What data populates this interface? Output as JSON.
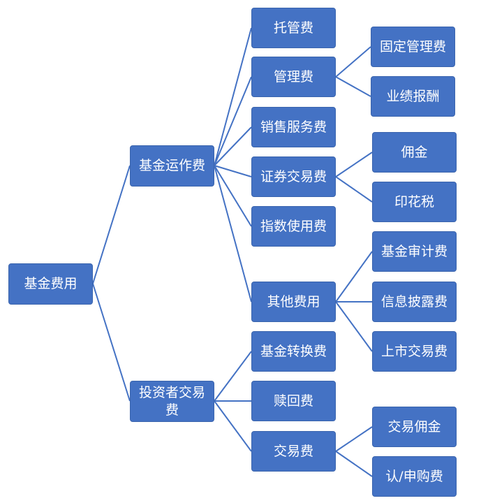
{
  "root": {
    "label": "基金费用"
  },
  "branches": [
    {
      "label": "基金运作费",
      "children": [
        {
          "label": "托管费"
        },
        {
          "label": "管理费",
          "children": [
            {
              "label": "固定管理费"
            },
            {
              "label": "业绩报酬"
            }
          ]
        },
        {
          "label": "销售服务费"
        },
        {
          "label": "证券交易费",
          "children": [
            {
              "label": "佣金"
            },
            {
              "label": "印花税"
            }
          ]
        },
        {
          "label": "指数使用费"
        },
        {
          "label": "其他费用",
          "children": [
            {
              "label": "基金审计费"
            },
            {
              "label": "信息披露费"
            },
            {
              "label": "上市交易费"
            }
          ]
        }
      ]
    },
    {
      "label": "投资者交易费",
      "children": [
        {
          "label": "基金转换费"
        },
        {
          "label": "赎回费"
        },
        {
          "label": "交易费",
          "children": [
            {
              "label": "交易佣金"
            },
            {
              "label": "认/申购费"
            }
          ]
        }
      ]
    }
  ]
}
